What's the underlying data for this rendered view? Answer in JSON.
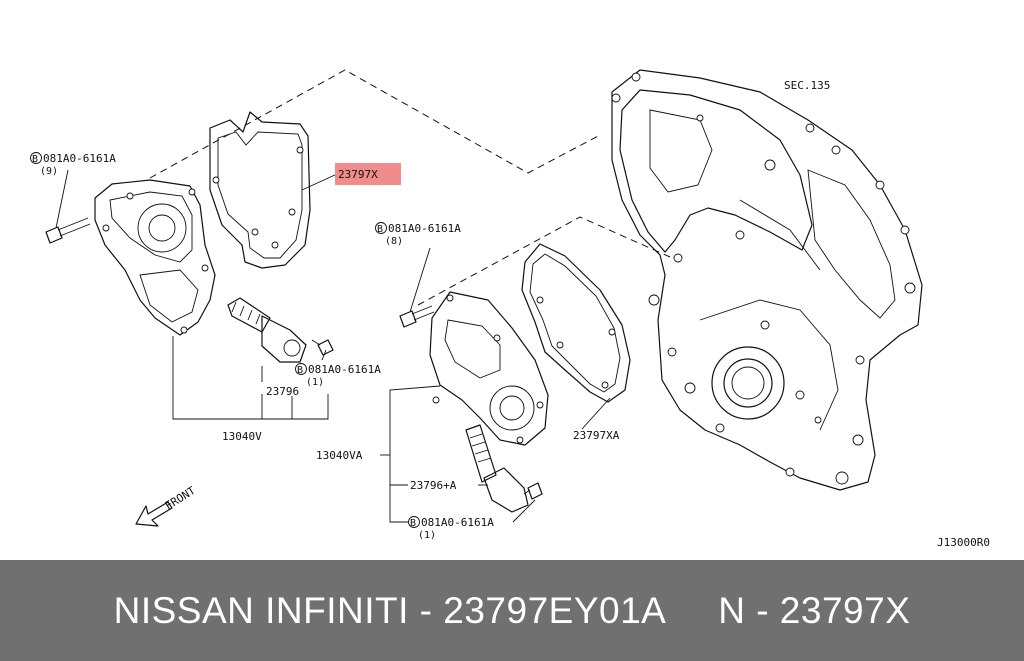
{
  "diagram": {
    "labels": {
      "sec": "SEC.135",
      "gasket_main": "23797X",
      "gasket_alt": "23797XA",
      "bolt_9": "081A0-6161A",
      "bolt_9_qty": "(9)",
      "bolt_8": "081A0-6161A",
      "bolt_8_qty": "(8)",
      "bolt_1a": "081A0-6161A",
      "bolt_1a_qty": "(1)",
      "bolt_1b": "081A0-6161A",
      "bolt_1b_qty": "(1)",
      "valve": "23796",
      "valve_a": "23796+A",
      "cover_v": "13040V",
      "cover_va": "13040VA",
      "front": "FRONT",
      "bolt_symbol": "B",
      "ref_code": "J13000R0"
    },
    "highlight_color": "#f08c8c"
  },
  "footer": {
    "text": "NISSAN INFINITI - 23797EY01A     N - 23797X"
  }
}
